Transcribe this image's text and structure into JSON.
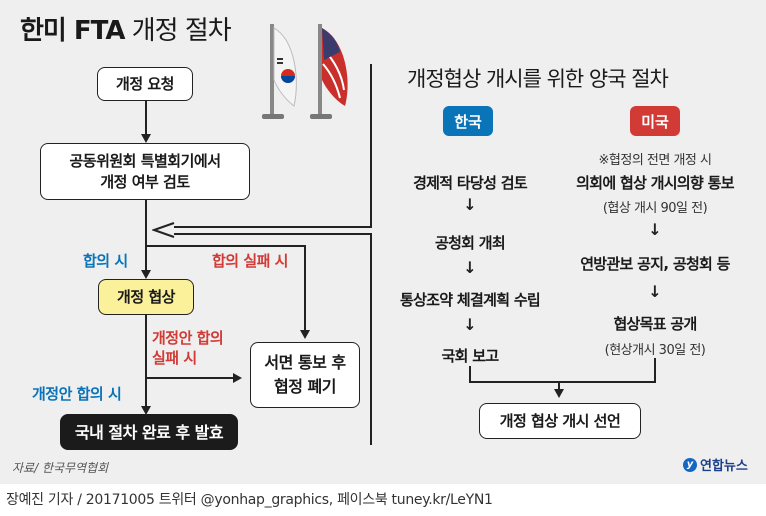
{
  "title": {
    "bold": "한미 FTA",
    "light": "개정 절차"
  },
  "left_flow": {
    "request": "개정 요청",
    "review_line1": "공동위원회 특별회기에서",
    "review_line2": "개정 여부 검토",
    "agree_label": "합의 시",
    "fail_label": "합의 실패 시",
    "negotiation": "개정 협상",
    "draft_fail_line1": "개정안 합의",
    "draft_fail_line2": "실패 시",
    "draft_agree_label": "개정안 합의 시",
    "termination_line1": "서면 통보 후",
    "termination_line2": "협정 폐기",
    "final": "국내 절차 완료 후 발효"
  },
  "right_flow": {
    "title": "개정협상 개시를 위한 양국 절차",
    "korea": {
      "badge": "한국",
      "badge_color": "#0a74b9",
      "steps": [
        "경제적 타당성 검토",
        "공청회 개최",
        "통상조약 체결계획 수립",
        "국회 보고"
      ]
    },
    "usa": {
      "badge": "미국",
      "badge_color": "#d23a36",
      "note": "※협정의 전면 개정 시",
      "steps": [
        {
          "text": "의회에 협상 개시의향 통보",
          "sub": "(협상 개시 90일 전)"
        },
        {
          "text": "연방관보 공지, 공청회 등",
          "sub": ""
        },
        {
          "text": "협상목표 공개",
          "sub": "(현상개시 30일 전)"
        }
      ]
    },
    "result": "개정 협상 개시 선언",
    "arrow_glyph": "↓"
  },
  "colors": {
    "blue": "#0a74b9",
    "red": "#d23a36",
    "yellow": "#fbf19a",
    "panel": "#efefef"
  },
  "source": "자료/ 한국무역협회",
  "logo": {
    "mark": "y",
    "text": "연합뉴스"
  },
  "footer": "장예진 기자 / 20171005  트위터 @yonhap_graphics, 페이스북 tuney.kr/LeYN1"
}
